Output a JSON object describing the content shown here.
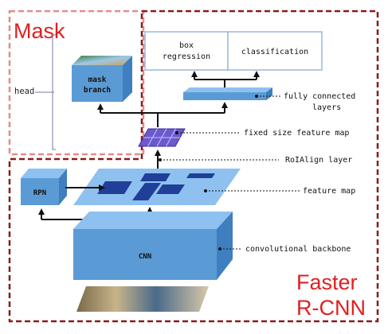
{
  "labels": {
    "mask_title": "Mask",
    "head": "head",
    "mask_branch_line1": "mask",
    "mask_branch_line2": "branch",
    "box_regression_line1": "box",
    "box_regression_line2": "regression",
    "classification": "classification",
    "fully_connected_line1": "fully connected",
    "fully_connected_line2": "layers",
    "fixed_size_feature_map": "fixed size feature map",
    "roialign_layer": "RoIAlign layer",
    "feature_map": "feature map",
    "rpn": "RPN",
    "cnn": "CNN",
    "convolutional_backbone": "convolutional backbone",
    "faster_line1": "Faster",
    "faster_line2": "R-CNN"
  },
  "colors": {
    "mask_region_border": "#e88a8a",
    "faster_rcnn_border": "#8b1a1a",
    "title_red": "#e02020",
    "block_front": "#5b9bd5",
    "block_top": "#8ec1ef",
    "block_side": "#3f7fbf",
    "dark_blue": "#1f3f99",
    "roi_grid": "#6a5acd",
    "box_border": "#7fa8d6",
    "arrow": "#111111"
  }
}
